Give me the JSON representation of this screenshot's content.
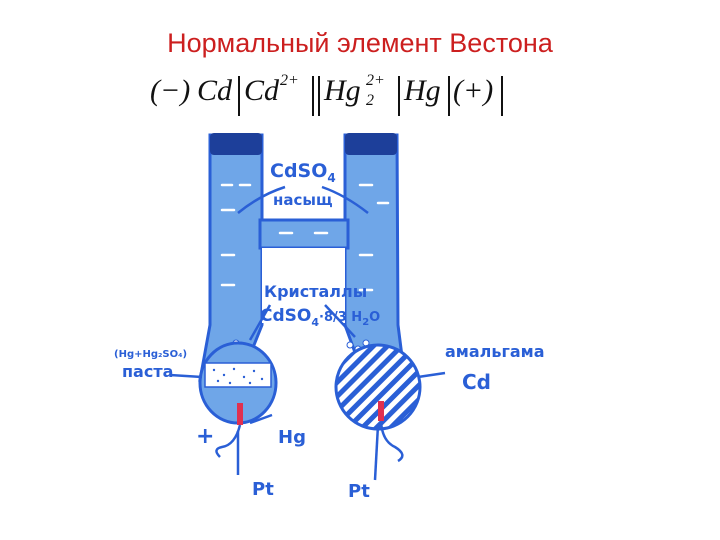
{
  "title": "Нормальный элемент Вестона",
  "formula": {
    "negative": "(−)",
    "cd": "Cd",
    "cd_ion": "Cd",
    "cd_charge": "2+",
    "hg2": "Hg",
    "hg2_charge": "2+",
    "hg2_subscript": "2",
    "hg": "Hg",
    "positive": "(+)"
  },
  "labels": {
    "electrolyte_formula": "CdSO",
    "electrolyte_subscript": "4",
    "electrolyte_state": "насыщ",
    "crystals": "Кристаллы",
    "crystals_formula": "CdSO",
    "crystals_subscript": "4",
    "crystals_hydrate": "·8/3 H",
    "crystals_water_sub": "2",
    "crystals_water": "O",
    "paste_formula": "(Hg+Hg₂SO₄)",
    "paste": "паста",
    "amalgam": "амальгама",
    "amalgam_metal": "Cd",
    "plus_sign": "+",
    "mercury": "Hg",
    "platinum_left": "Pt",
    "platinum_right": "Pt"
  },
  "colors": {
    "title": "#cc1f1f",
    "ink": "#2a5fd6",
    "cell_fill": "#6fa6e8",
    "cap": "#1d3f9a",
    "electrode": "#e03050"
  }
}
